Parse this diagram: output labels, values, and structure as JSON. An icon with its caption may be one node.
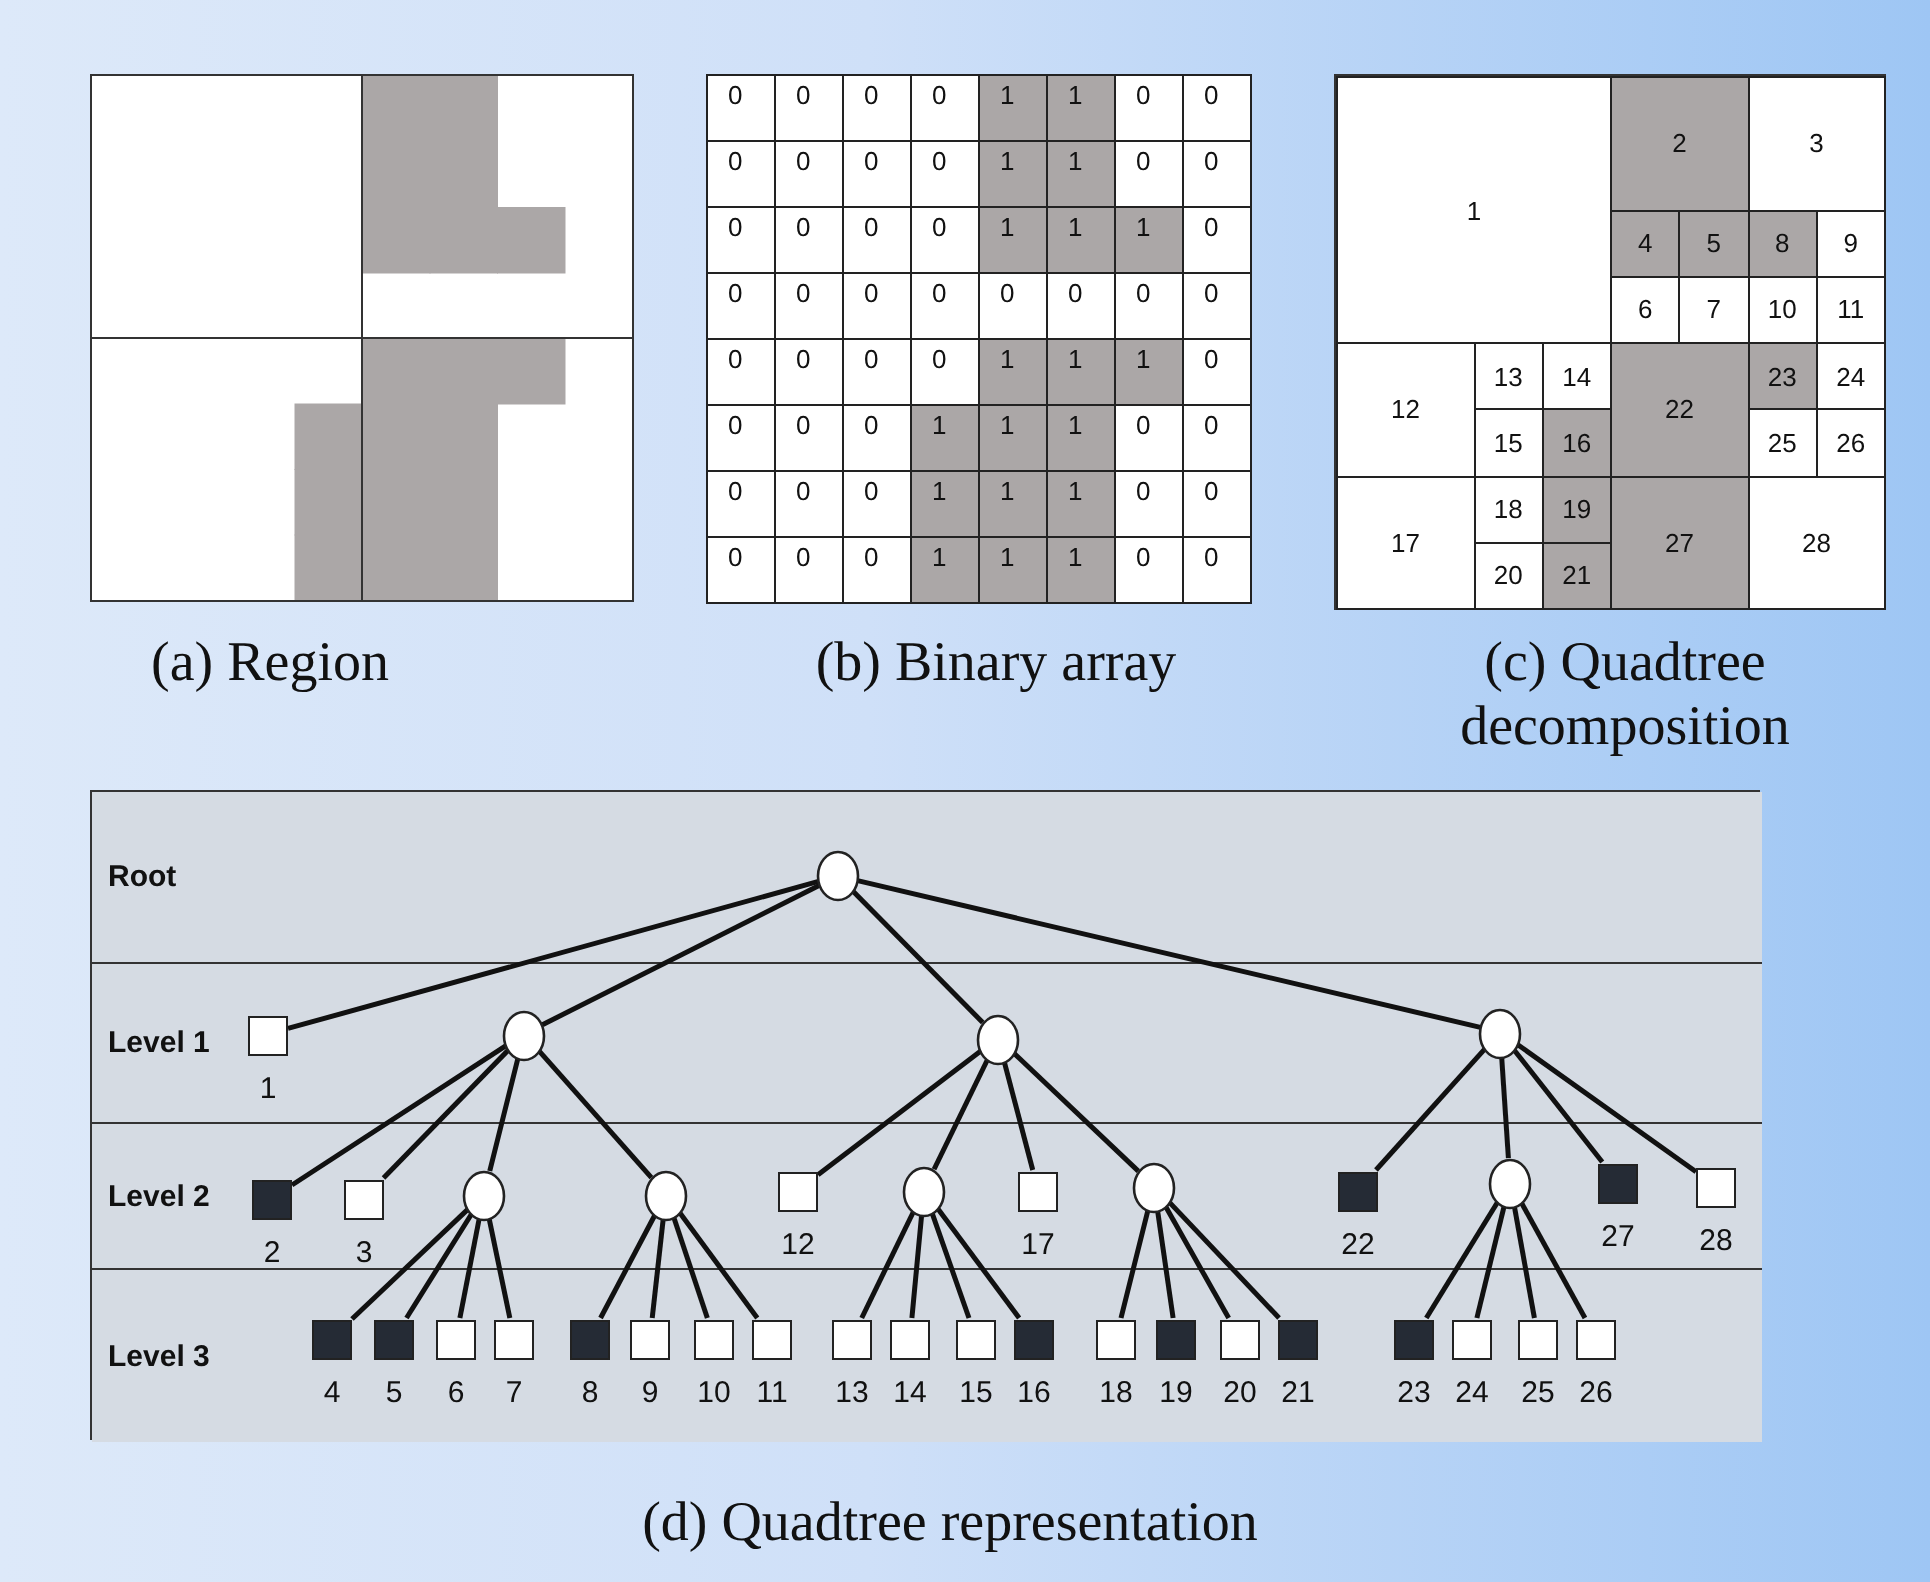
{
  "diagram": {
    "nodes": [
      {
        "text": [
          "1"
        ]
      },
      {
        "text": [
          "2"
        ]
      },
      {
        "text": [
          "3"
        ]
      },
      {
        "text": [
          "4"
        ]
      },
      {
        "text": [
          "5"
        ]
      },
      {
        "text": [
          "8"
        ]
      },
      {
        "text": [
          "9"
        ]
      },
      {
        "text": [
          "6"
        ]
      },
      {
        "text": [
          "7"
        ]
      },
      {
        "text": [
          "10"
        ]
      },
      {
        "text": [
          "11"
        ]
      },
      {
        "text": [
          "12"
        ]
      },
      {
        "text": [
          "13"
        ]
      },
      {
        "text": [
          "14"
        ]
      },
      {
        "text": [
          "22"
        ]
      },
      {
        "text": [
          "23"
        ]
      },
      {
        "text": [
          "24"
        ]
      },
      {
        "text": [
          "15"
        ]
      },
      {
        "text": [
          "16"
        ]
      },
      {
        "text": [
          "25"
        ]
      },
      {
        "text": [
          "26"
        ]
      },
      {
        "text": [
          "17"
        ]
      },
      {
        "text": [
          "18"
        ]
      },
      {
        "text": [
          "19"
        ]
      },
      {
        "text": [
          "27"
        ]
      },
      {
        "text": [
          "28"
        ]
      },
      {
        "text": [
          "20"
        ]
      },
      {
        "text": [
          "21"
        ]
      },
      {
        "text": [
          "Root"
        ]
      },
      {
        "text": [
          "Level 1"
        ]
      },
      {
        "text": [
          "Level 2"
        ]
      },
      {
        "text": [
          "Level 3"
        ]
      },
      {
        "text": [],
        "shape": "circle",
        "in": 28
      },
      {
        "text": [],
        "shape": "box",
        "beside": [
          "1"
        ],
        "in": 29
      },
      {
        "text": [],
        "shape": "circle",
        "in": 29
      },
      {
        "text": [],
        "shape": "circle",
        "in": 29
      },
      {
        "text": [],
        "shape": "circle",
        "in": 29
      },
      {
        "text": [],
        "shape": "box",
        "beside": [
          "2"
        ],
        "in": 30
      },
      {
        "text": [],
        "shape": "box",
        "beside": [
          "3"
        ],
        "in": 30
      },
      {
        "text": [],
        "shape": "circle",
        "in": 30
      },
      {
        "text": [],
        "shape": "circle",
        "in": 30
      },
      {
        "text": [],
        "shape": "box",
        "beside": [
          "12"
        ],
        "in": 30
      },
      {
        "text": [],
        "shape": "circle",
        "in": 30
      },
      {
        "text": [],
        "shape": "box",
        "beside": [
          "17"
        ],
        "in": 30
      },
      {
        "text": [],
        "shape": "circle",
        "in": 30
      },
      {
        "text": [],
        "shape": "box",
        "beside": [
          "22"
        ],
        "in": 30
      },
      {
        "text": [],
        "shape": "circle",
        "in": 30
      },
      {
        "text": [],
        "shape": "box",
        "beside": [
          "27"
        ],
        "in": 30
      },
      {
        "text": [],
        "shape": "box",
        "beside": [
          "28"
        ],
        "in": 30
      },
      {
        "text": [],
        "shape": "box",
        "beside": [
          "4"
        ],
        "in": 31
      },
      {
        "text": [],
        "shape": "box",
        "beside": [
          "5"
        ],
        "in": 31
      },
      {
        "text": [],
        "shape": "box",
        "beside": [
          "6"
        ],
        "in": 31
      },
      {
        "text": [],
        "shape": "box",
        "beside": [
          "7"
        ],
        "in": 31
      },
      {
        "text": [],
        "shape": "box",
        "beside": [
          "8"
        ],
        "in": 31
      },
      {
        "text": [],
        "shape": "box",
        "beside": [
          "9"
        ],
        "in": 31
      },
      {
        "text": [],
        "shape": "box",
        "beside": [
          "10"
        ],
        "in": 31
      },
      {
        "text": [],
        "shape": "box",
        "beside": [
          "11"
        ],
        "in": 31
      },
      {
        "text": [],
        "shape": "box",
        "beside": [
          "13"
        ],
        "in": 31
      },
      {
        "text": [],
        "shape": "box",
        "beside": [
          "14"
        ],
        "in": 31
      },
      {
        "text": [],
        "shape": "box",
        "beside": [
          "15"
        ],
        "in": 31
      },
      {
        "text": [],
        "shape": "box",
        "beside": [
          "16"
        ],
        "in": 31
      },
      {
        "text": [],
        "shape": "box",
        "beside": [
          "18"
        ],
        "in": 31
      },
      {
        "text": [],
        "shape": "box",
        "beside": [
          "19"
        ],
        "in": 31
      },
      {
        "text": [],
        "shape": "box",
        "beside": [
          "20"
        ],
        "in": 31
      },
      {
        "text": [],
        "shape": "box",
        "beside": [
          "21"
        ],
        "in": 31
      },
      {
        "text": [],
        "shape": "box",
        "beside": [
          "23"
        ],
        "in": 31
      },
      {
        "text": [],
        "shape": "box",
        "beside": [
          "24"
        ],
        "in": 31
      },
      {
        "text": [],
        "shape": "box",
        "beside": [
          "25"
        ],
        "in": 31
      },
      {
        "text": [],
        "shape": "box",
        "beside": [
          "26"
        ],
        "in": 31
      }
    ],
    "edges": [
      {
        "from": 32,
        "to": 33,
        "arrow": "none"
      },
      {
        "from": 32,
        "to": 34,
        "arrow": "none"
      },
      {
        "from": 32,
        "to": 35,
        "arrow": "none"
      },
      {
        "from": 32,
        "to": 36,
        "arrow": "none"
      },
      {
        "from": 34,
        "to": 37,
        "arrow": "none"
      },
      {
        "from": 34,
        "to": 38,
        "arrow": "none"
      },
      {
        "from": 34,
        "to": 39,
        "arrow": "none"
      },
      {
        "from": 34,
        "to": 40,
        "arrow": "none"
      },
      {
        "from": 39,
        "to": 49,
        "arrow": "none"
      },
      {
        "from": 39,
        "to": 50,
        "arrow": "none"
      },
      {
        "from": 39,
        "to": 51,
        "arrow": "none"
      },
      {
        "from": 39,
        "to": 52,
        "arrow": "none"
      },
      {
        "from": 40,
        "to": 53,
        "arrow": "none"
      },
      {
        "from": 40,
        "to": 54,
        "arrow": "none"
      },
      {
        "from": 40,
        "to": 55,
        "arrow": "none"
      },
      {
        "from": 40,
        "to": 56,
        "arrow": "none"
      },
      {
        "from": 35,
        "to": 41,
        "arrow": "none"
      },
      {
        "from": 35,
        "to": 42,
        "arrow": "none"
      },
      {
        "from": 35,
        "to": 43,
        "arrow": "none"
      },
      {
        "from": 35,
        "to": 44,
        "arrow": "none"
      },
      {
        "from": 42,
        "to": 57,
        "arrow": "none"
      },
      {
        "from": 42,
        "to": 58,
        "arrow": "none"
      },
      {
        "from": 42,
        "to": 59,
        "arrow": "none"
      },
      {
        "from": 42,
        "to": 60,
        "arrow": "none"
      },
      {
        "from": 44,
        "to": 61,
        "arrow": "none"
      },
      {
        "from": 44,
        "to": 62,
        "arrow": "none"
      },
      {
        "from": 44,
        "to": 63,
        "arrow": "none"
      },
      {
        "from": 44,
        "to": 64,
        "arrow": "none"
      },
      {
        "from": 36,
        "to": 45,
        "arrow": "none"
      },
      {
        "from": 36,
        "to": 46,
        "arrow": "none"
      },
      {
        "from": 36,
        "to": 47,
        "arrow": "none"
      },
      {
        "from": 36,
        "to": 48,
        "arrow": "none"
      },
      {
        "from": 46,
        "to": 65,
        "arrow": "none"
      },
      {
        "from": 46,
        "to": 66,
        "arrow": "none"
      },
      {
        "from": 46,
        "to": 67,
        "arrow": "none"
      },
      {
        "from": 46,
        "to": 68,
        "arrow": "none"
      }
    ],
    "labels": [
      "0",
      "0",
      "0",
      "0",
      "1",
      "1",
      "0",
      "0",
      "0",
      "0",
      "0",
      "0",
      "1",
      "1",
      "0",
      "0",
      "0",
      "0",
      "0",
      "0",
      "1",
      "1",
      "1",
      "0",
      "0",
      "0",
      "0",
      "0",
      "0",
      "0",
      "0",
      "0",
      "0",
      "0",
      "0",
      "0",
      "1",
      "1",
      "1",
      "0",
      "0",
      "0",
      "0",
      "1",
      "1",
      "1",
      "0",
      "0",
      "0",
      "0",
      "0",
      "1",
      "1",
      "1",
      "0",
      "0",
      "0",
      "0",
      "0",
      "1",
      "1",
      "1",
      "0",
      "0",
      "(a) Region",
      "(b) Binary array",
      "(c) Quadtree decomposition",
      "(d) Quadtree representation"
    ]
  }
}
